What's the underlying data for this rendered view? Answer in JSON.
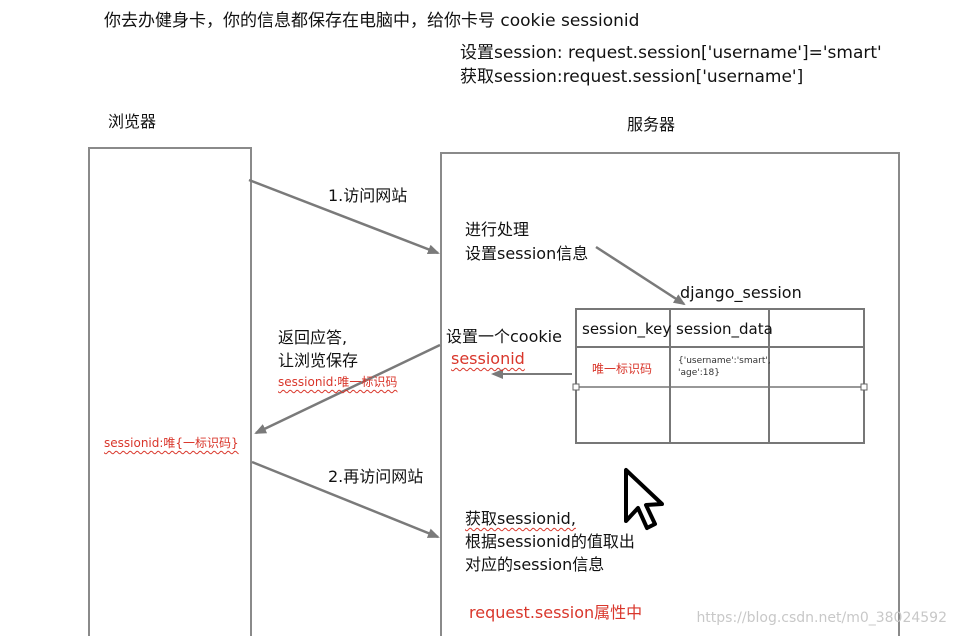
{
  "header": {
    "line1": "你去办健身卡，你的信息都保存在电脑中，给你卡号 cookie sessionid",
    "line2": "设置session: request.session['username']='smart'",
    "line3": "获取session:request.session['username']"
  },
  "browser": {
    "label": "浏览器",
    "stored_cookie": "sessionid:唯{一标识码}"
  },
  "server": {
    "label": "服务器",
    "process_line1": "进行处理",
    "process_line2": "设置session信息",
    "set_cookie_line1": "设置一个cookie",
    "set_cookie_line2": "sessionid",
    "get_line1": "获取sessionid,",
    "get_line2": "根据sessionid的值取出",
    "get_line3": "对应的session信息",
    "request_attr": "request.session属性中"
  },
  "arrows": {
    "visit": "1.访问网站",
    "response_line1": "返回应答,",
    "response_line2": "让浏览保存",
    "response_line3": "sessionid:唯一标识码",
    "revisit": "2.再访问网站"
  },
  "table": {
    "title": "django_session",
    "headers": [
      "session_key",
      "session_data",
      ""
    ],
    "row1": {
      "key": "唯一标识码",
      "data_line1": "{'username':'smart',",
      "data_line2": "'age':18}"
    }
  },
  "watermark": "https://blog.csdn.net/m0_38024592",
  "colors": {
    "accent": "#d9362b",
    "box_border": "#8a8a8a",
    "arrow": "#7a7a7a"
  }
}
